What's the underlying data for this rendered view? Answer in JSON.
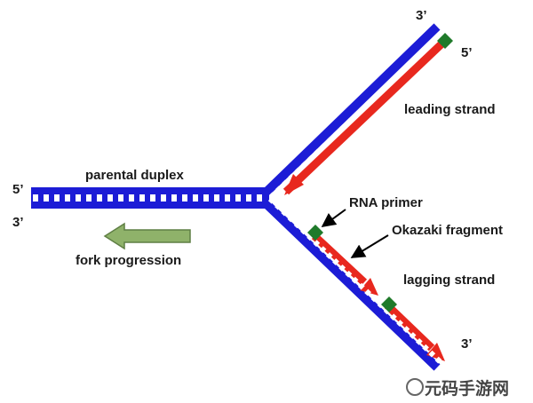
{
  "labels": {
    "five_prime_left": "5’",
    "three_prime_left": "3’",
    "three_prime_top": "3’",
    "five_prime_top": "5’",
    "three_prime_bottom": "3’",
    "parental_duplex": "parental duplex",
    "fork_progression": "fork progression",
    "leading_strand": "leading strand",
    "rna_primer": "RNA primer",
    "okazaki_fragment": "Okazaki fragment",
    "lagging_strand": "lagging strand"
  },
  "watermark": {
    "text": "元码手游网"
  },
  "colors": {
    "template_strand": "#1c1cd6",
    "new_strand": "#e8281e",
    "rna_primer": "#1f7a2a",
    "fork_arrow_fill": "#8fb26a",
    "fork_arrow_stroke": "#5f7f44",
    "rung": "#ffffff"
  }
}
